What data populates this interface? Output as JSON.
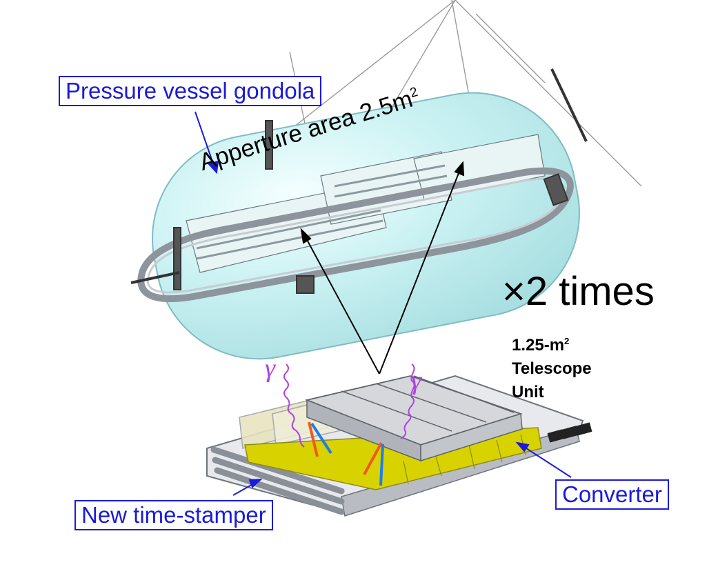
{
  "labels": {
    "pressure_vessel": "Pressure vessel gondola",
    "aperture_text": "Apperture area 2.5m",
    "aperture_exponent": "2",
    "multiplier": "×2 times",
    "unit_line1_text": "1.25-m",
    "unit_line1_exponent": "2",
    "unit_line2": "Telescope",
    "unit_line3": "Unit",
    "gamma_left": "γ",
    "gamma_right": "γ",
    "new_time_stamper": "New time-stamper",
    "converter": "Converter"
  },
  "colors": {
    "label_blue": "#1a1adc",
    "vessel_fill": "#bfeff0",
    "vessel_stroke": "#7fbcc0",
    "frame_gray": "#9aa0a8",
    "converter_yellow": "#d8d200",
    "gamma_purple": "#b042e0",
    "track_red": "#f05a1a",
    "track_blue": "#1e7ee8"
  }
}
